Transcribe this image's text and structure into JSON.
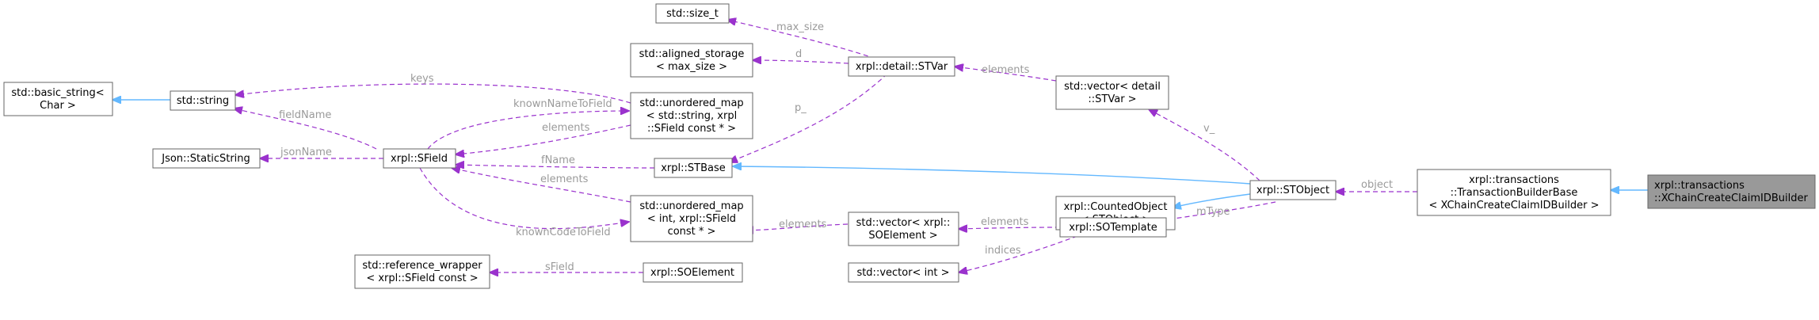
{
  "nodes": {
    "basic_string": [
      "std::basic_string<",
      "Char >"
    ],
    "string": [
      "std::string"
    ],
    "static_string": [
      "Json::StaticString"
    ],
    "reference_wrapper": [
      "std::reference_wrapper",
      "< xrpl::SField const >"
    ],
    "sfield": [
      "xrpl::SField"
    ],
    "size_t": [
      "std::size_t"
    ],
    "aligned_storage": [
      "std::aligned_storage",
      "< max_size >"
    ],
    "umap_string": [
      "std::unordered_map",
      "< std::string, xrpl",
      "::SField const * >"
    ],
    "stbase": [
      "xrpl::STBase"
    ],
    "umap_int": [
      "std::unordered_map",
      "< int, xrpl::SField",
      "const * >"
    ],
    "soelement": [
      "xrpl::SOElement"
    ],
    "stvar": [
      "xrpl::detail::STVar"
    ],
    "vector_soelement": [
      "std::vector< xrpl::",
      "SOElement >"
    ],
    "vector_int": [
      "std::vector< int >"
    ],
    "vector_stvar": [
      "std::vector< detail",
      "::STVar >"
    ],
    "counted_object": [
      "xrpl::CountedObject",
      "< STObject >"
    ],
    "sotemplate": [
      "xrpl::SOTemplate"
    ],
    "stobject": [
      "xrpl::STObject"
    ],
    "tx_builder_base": [
      "xrpl::transactions",
      "::TransactionBuilderBase",
      "< XChainCreateClaimIDBuilder >"
    ],
    "claim_id_builder": [
      "xrpl::transactions",
      "::XChainCreateClaimIDBuilder"
    ]
  },
  "edge_labels": {
    "keys": "keys",
    "fieldName": "fieldName",
    "jsonName": "jsonName",
    "knownNameToField": "knownNameToField",
    "elements_umap_string": "elements",
    "fName": "fName",
    "elements_umap_int": "elements",
    "knownCodeToField": "knownCodeToField",
    "sField": "sField",
    "max_size": "max_size",
    "d": "d",
    "p": "p_",
    "elements_stvar": "elements",
    "v": "v_",
    "elements_soelement": "elements",
    "indices": "indices",
    "mType": "mType",
    "object": "object"
  },
  "colors": {
    "usage_edge": "#9a32cd",
    "inheritance_edge": "#63b8ff",
    "highlight_node": "#999999"
  }
}
